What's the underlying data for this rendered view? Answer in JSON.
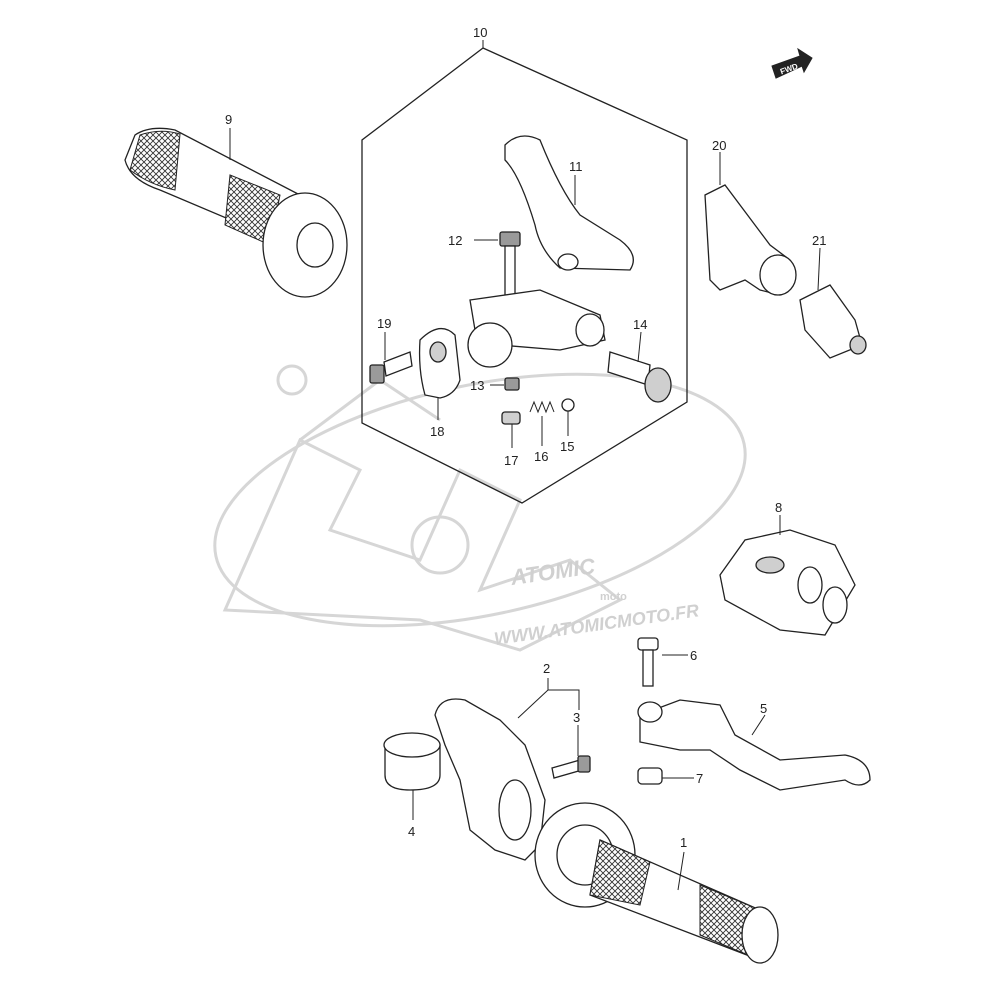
{
  "fwd_label": "FWD",
  "watermark": {
    "brand": "ATOMIC",
    "sub": "moto",
    "url": "WWW.ATOMICMOTO.FR"
  },
  "callouts": [
    {
      "id": "1",
      "label": "1"
    },
    {
      "id": "2",
      "label": "2"
    },
    {
      "id": "3",
      "label": "3"
    },
    {
      "id": "4",
      "label": "4"
    },
    {
      "id": "5",
      "label": "5"
    },
    {
      "id": "6",
      "label": "6"
    },
    {
      "id": "7",
      "label": "7"
    },
    {
      "id": "8",
      "label": "8"
    },
    {
      "id": "9",
      "label": "9"
    },
    {
      "id": "10",
      "label": "10"
    },
    {
      "id": "11",
      "label": "11"
    },
    {
      "id": "12",
      "label": "12"
    },
    {
      "id": "13",
      "label": "13"
    },
    {
      "id": "14",
      "label": "14"
    },
    {
      "id": "15",
      "label": "15"
    },
    {
      "id": "16",
      "label": "16"
    },
    {
      "id": "17",
      "label": "17"
    },
    {
      "id": "18",
      "label": "18"
    },
    {
      "id": "19",
      "label": "19"
    },
    {
      "id": "20",
      "label": "20"
    },
    {
      "id": "21",
      "label": "21"
    }
  ]
}
